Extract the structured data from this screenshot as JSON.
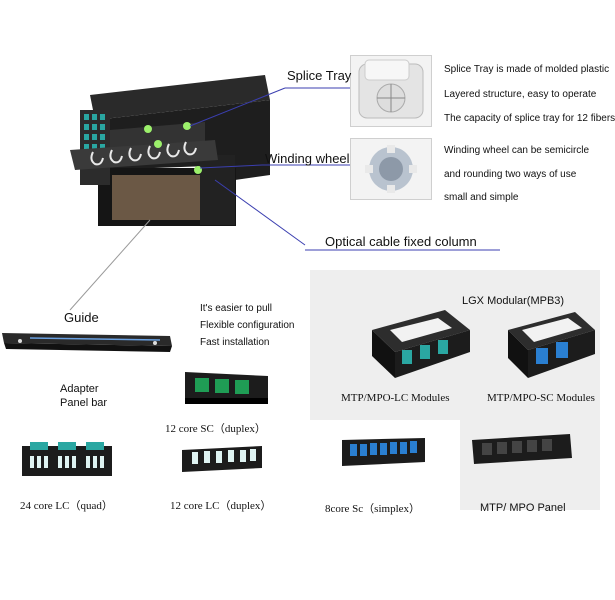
{
  "callouts": {
    "splice_tray": "Splice Tray",
    "winding_wheel": "Winding wheel",
    "optical_column": "Optical cable fixed column"
  },
  "splice_tray_notes": [
    "Splice Tray is made of molded plastic",
    "Layered structure, easy to operate",
    "The capacity of splice tray for 12 fibers"
  ],
  "winding_notes": [
    "Winding wheel can be semicircle",
    "and rounding two ways of use",
    "small and simple"
  ],
  "guide": {
    "title": "Guide",
    "features": [
      "It's easier to pull",
      "Flexible configuration",
      "Fast installation"
    ]
  },
  "adapter_panel_bar": [
    "Adapter",
    "Panel bar"
  ],
  "lgx": {
    "title": "LGX Modular(MPB3)",
    "lc_label": "MTP/MPO-LC Modules",
    "sc_label": "MTP/MPO-SC Modules"
  },
  "products": {
    "sc_duplex_12": "12 core SC（duplex）",
    "lc_quad_24": "24 core LC（quad）",
    "lc_duplex_12": "12 core LC（duplex）",
    "sc_simplex_8": "8core Sc（simplex）",
    "mtp_panel": "MTP/ MPO Panel"
  },
  "colors": {
    "chassis": "#1e1e1e",
    "adapter_aqua": "#2aa7a2",
    "adapter_green": "#1f9d55",
    "adapter_blue": "#2a7fd1",
    "leader_line": "#3b3fb0",
    "gray_backdrop": "#ececec"
  },
  "icons": [
    "fiber-enclosure-icon",
    "splice-tray-icon",
    "winding-wheel-icon",
    "guide-rail-icon",
    "adapter-panel-icon",
    "lgx-module-icon",
    "mtp-panel-icon"
  ]
}
